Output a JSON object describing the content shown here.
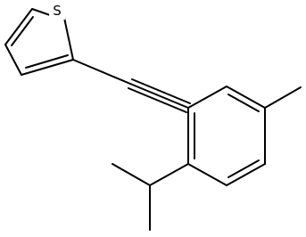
{
  "molecule": {
    "atoms": [
      {
        "id": "S1",
        "element": "S",
        "label": "S",
        "shown": true
      }
    ],
    "bond_color": "#000000",
    "background_color": "#ffffff"
  }
}
